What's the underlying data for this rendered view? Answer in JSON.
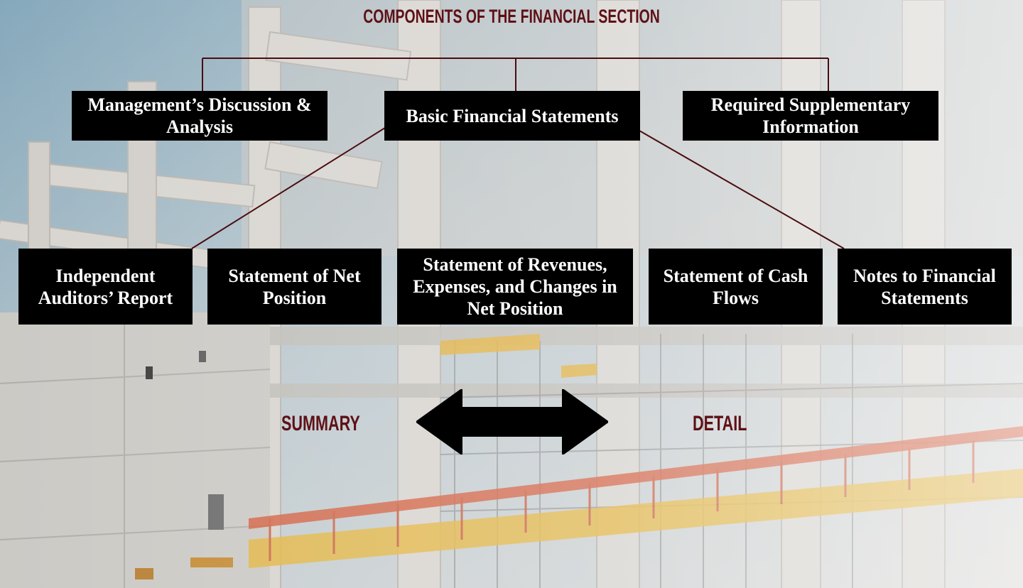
{
  "title": "COMPONENTS OF THE FINANCIAL SECTION",
  "top_row": [
    {
      "label": "Management’s Discussion & Analysis"
    },
    {
      "label": "Basic Financial Statements"
    },
    {
      "label": "Required Supplementary Information"
    }
  ],
  "bottom_row": [
    {
      "label": "Independent Auditors’ Report"
    },
    {
      "label": "Statement of Net Position"
    },
    {
      "label": "Statement of Revenues, Expenses, and Changes in Net Position"
    },
    {
      "label": "Statement of Cash Flows"
    },
    {
      "label": "Notes to Financial Statements"
    }
  ],
  "scale": {
    "left_label": "SUMMARY",
    "right_label": "DETAIL",
    "arrow_icon": "double-headed-arrow"
  },
  "colors": {
    "title": "#5e1016",
    "connector": "#4a0c10",
    "box": "#000000",
    "box_text": "#ffffff"
  }
}
